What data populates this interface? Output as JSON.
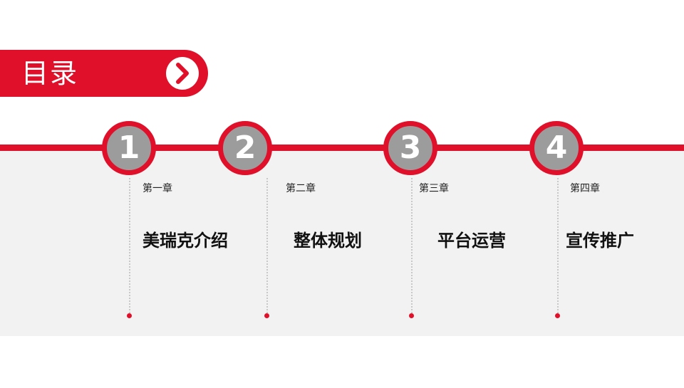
{
  "header": {
    "title": "目录",
    "arrow_icon": "chevron-right-icon"
  },
  "colors": {
    "accent": "#e0102a",
    "circle_fill": "#9c9c9c",
    "band": "#f2f2f2"
  },
  "chapters": [
    {
      "number": "1",
      "label": "第一章",
      "name": "美瑞克介绍"
    },
    {
      "number": "2",
      "label": "第二章",
      "name": "整体规划"
    },
    {
      "number": "3",
      "label": "第三章",
      "name": "平台运营"
    },
    {
      "number": "4",
      "label": "第四章",
      "name": "宣传推广"
    }
  ]
}
